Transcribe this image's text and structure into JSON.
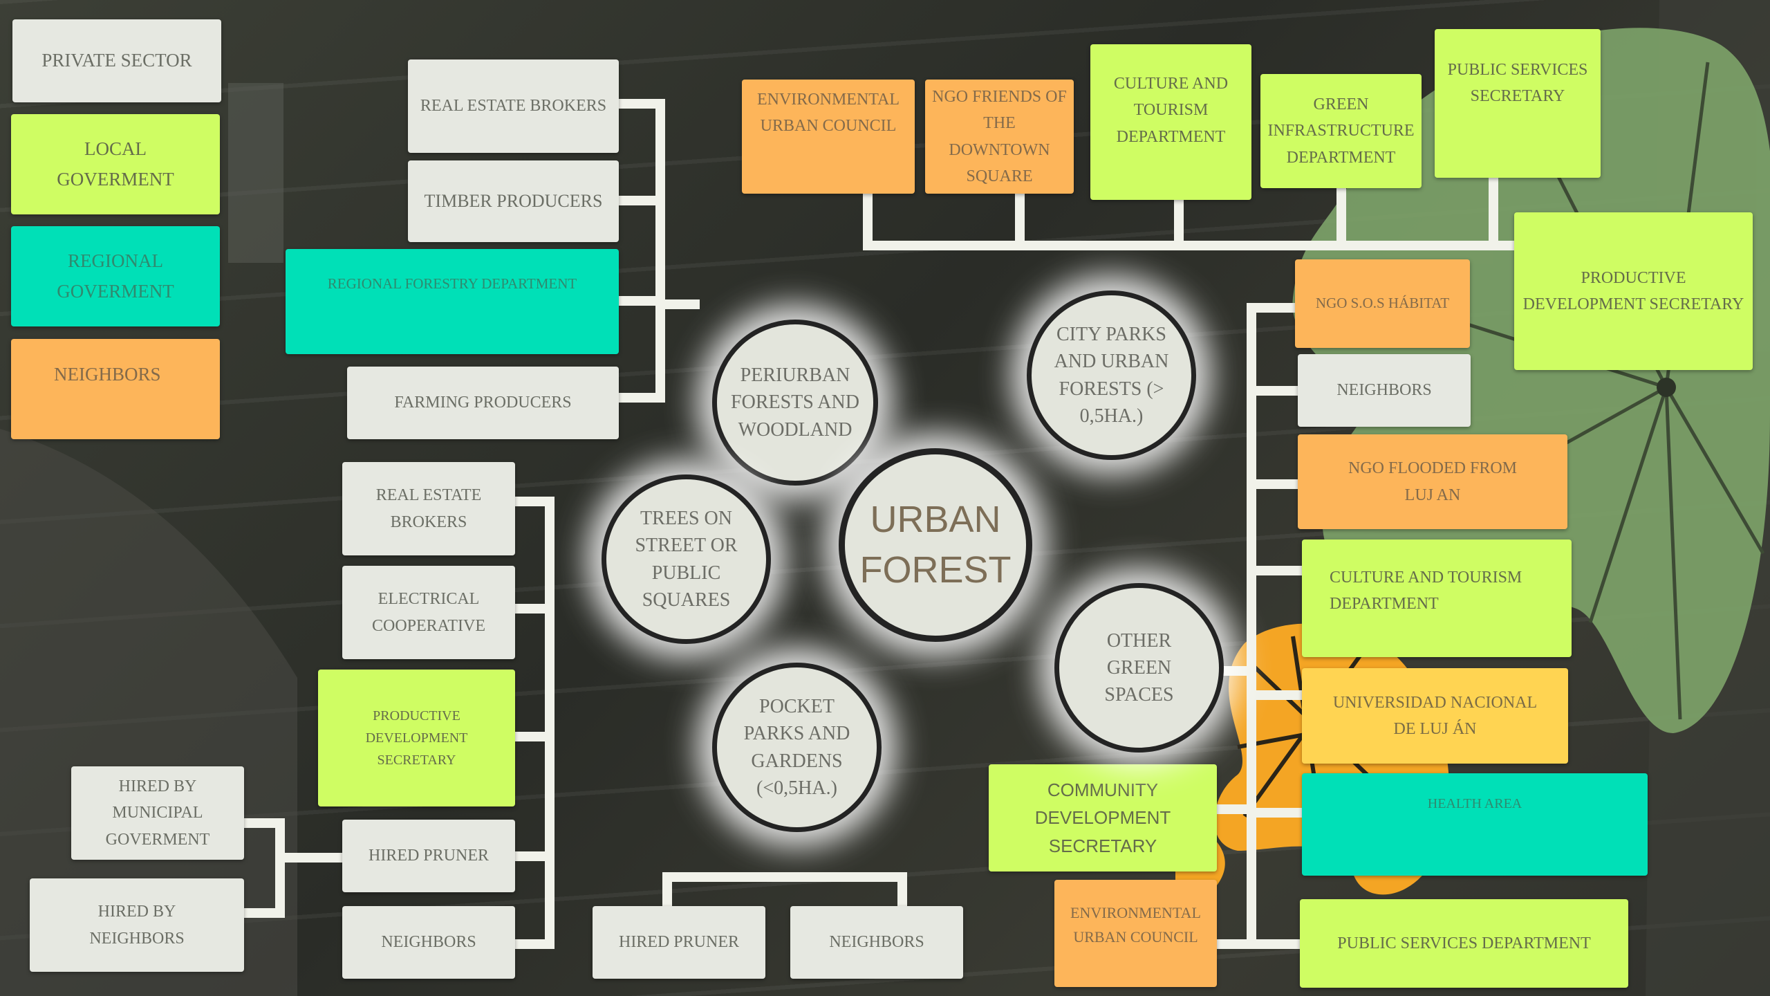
{
  "legend": {
    "private_sector": "PRIVATE SECTOR",
    "local_government": "LOCAL GOVERMENT",
    "regional_government": "REGIONAL GOVERMENT",
    "neighbors": "NEIGHBORS"
  },
  "center": {
    "title": "URBAN FOREST"
  },
  "categories": {
    "periurban": "PERIURBAN FORESTS AND WOODLAND",
    "city_parks": "CITY PARKS AND URBAN FORESTS (> 0,5ha.)",
    "trees_on_street": "TREES ON STREET OR PUBLIC SQUARES",
    "pocket_parks": "POCKET PARKS AND GARDENS (<0,5ha.)",
    "other_green": "OTHER GREEN SPACES"
  },
  "periurban_actors": [
    "REAL ESTATE BROKERS",
    "TIMBER PRODUCERS",
    "REGIONAL FORESTRY DEPARTMENT",
    "FARMING PRODUCERS"
  ],
  "street_actors": [
    "REAL ESTATE BROKERS",
    "ELECTRICAL COOPERATIVE",
    "PRODUCTIVE DEVELOPMENT SECRETARY",
    "HIRED PRUNER",
    "NEIGHBORS"
  ],
  "pruner_hirers": [
    "HIRED BY MUNICIPAL GOVERMENT",
    "HIRED BY NEIGHBORS"
  ],
  "pocket_actors": [
    "HIRED PRUNER",
    "NEIGHBORS"
  ],
  "city_parks_actors": [
    "ENVIRONMENTAL URBAN COUNCIL",
    "NGO FRIENDS OF THE DOWNTOWN SQUARE",
    "CULTURE AND TOURISM DEPARTMENT",
    "GREEN INFRASTRUCTURE DEPARTMENT",
    "PUBLIC SERVICES SECRETARY",
    "PRODUCTIVE DEVELOPMENT SECRETARY"
  ],
  "other_green_actors": [
    "NGO S.O.S HÁBITAT",
    "NEIGHBORS",
    "NGO FLOODED FROM LUJ AN",
    "CULTURE AND TOURISM DEPARTMENT",
    "UNIVERSIDAD NACIONAL DE LUJ ÁN",
    "HEALTH AREA",
    "COMMUNITY DEVELOPMENT SECRETARY",
    "ENVIRONMENTAL URBAN COUNCIL",
    "PUBLIC SERVICES DEPARTMENT"
  ]
}
